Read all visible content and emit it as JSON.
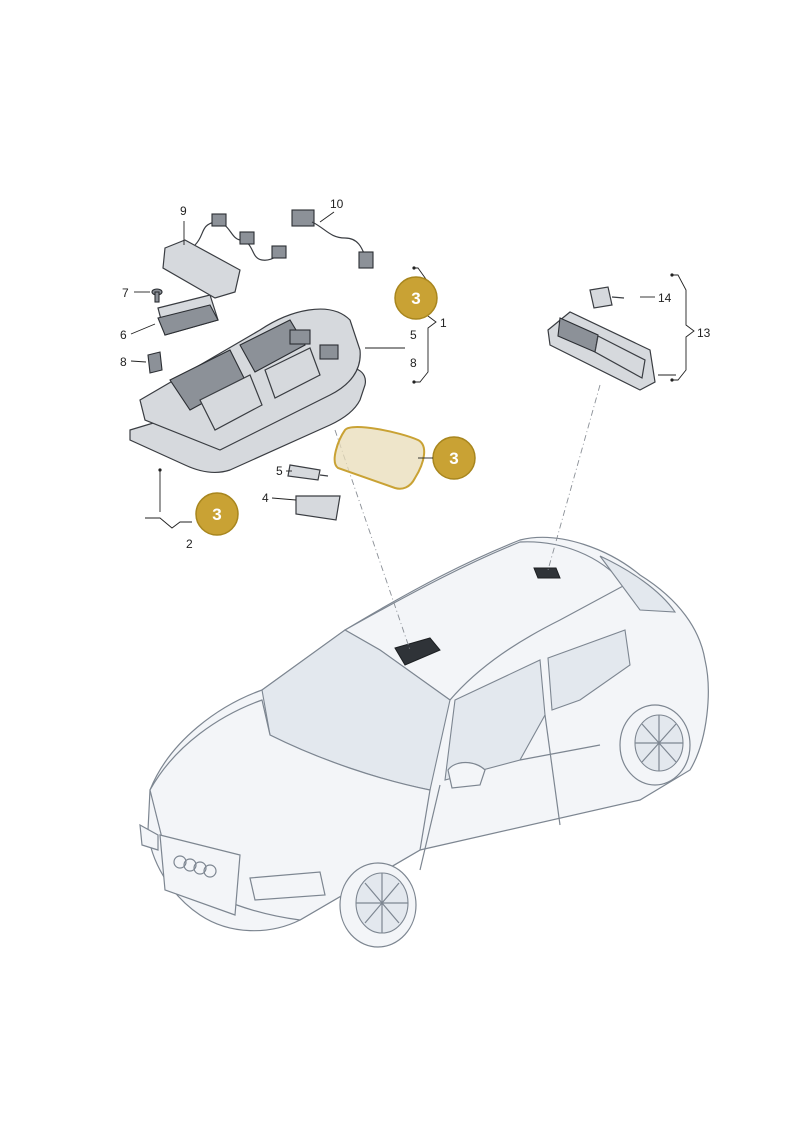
{
  "callouts": {
    "c1": "1",
    "c2": "2",
    "c4": "4",
    "c5a": "5",
    "c5b": "5",
    "c6": "6",
    "c7": "7",
    "c8a": "8",
    "c8b": "8",
    "c9": "9",
    "c10": "10",
    "c13": "13",
    "c14": "14"
  },
  "badges": {
    "top": "3",
    "middle": "3",
    "left": "3"
  },
  "colors": {
    "badge_fill": "#c9a234",
    "badge_stroke": "#a8861e",
    "highlight_lens": "#c9a234"
  }
}
